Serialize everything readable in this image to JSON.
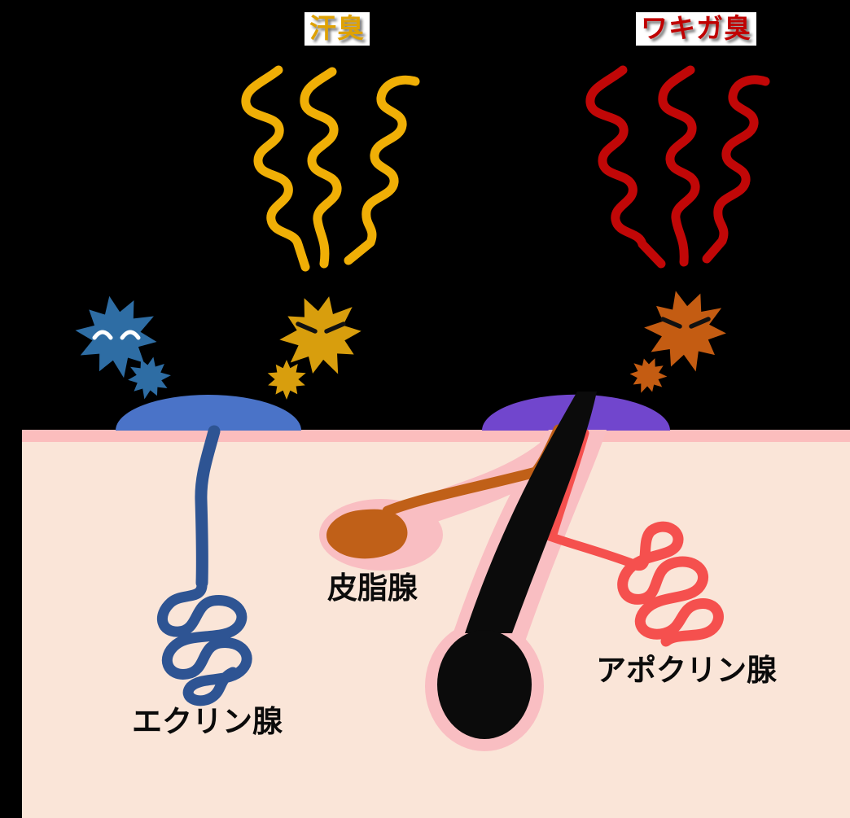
{
  "labels": {
    "sweat_odor": {
      "text": "汗臭",
      "color": "#DFA204",
      "bg": "#FFFFFF"
    },
    "wakiga_odor": {
      "text": "ワキガ臭",
      "color": "#C00000",
      "bg": "#FFFFFF"
    },
    "sebaceous": {
      "text": "皮脂腺",
      "color": "#0B0B0B"
    },
    "eccrine": {
      "text": "エクリン腺",
      "color": "#0B0B0B"
    },
    "apocrine": {
      "text": "アポクリン腺",
      "color": "#0B0B0B"
    }
  },
  "colors": {
    "background": "#000000",
    "sweat_wave": "#F0AF06",
    "wakiga_wave": "#C10707",
    "bacteria_blue": "#2E6DA4",
    "bacteria_gold": "#D89E0D",
    "bacteria_orange": "#C45C12",
    "happy_eye": "#FFFFFF",
    "angry_eye": "#111111",
    "eccrine_sweat_pool": "#4A73C8",
    "apocrine_sweat_pool": "#7146CD",
    "eccrine_gland": "#2E5493",
    "sebaceous_gland": "#C06018",
    "apocrine_gland": "#F5504E",
    "hair": "#0B0B0B",
    "follicle_sheath": "#F9BEC2",
    "skin_surface_band": "#FBBDBD",
    "skin": "#FAE5D8"
  }
}
